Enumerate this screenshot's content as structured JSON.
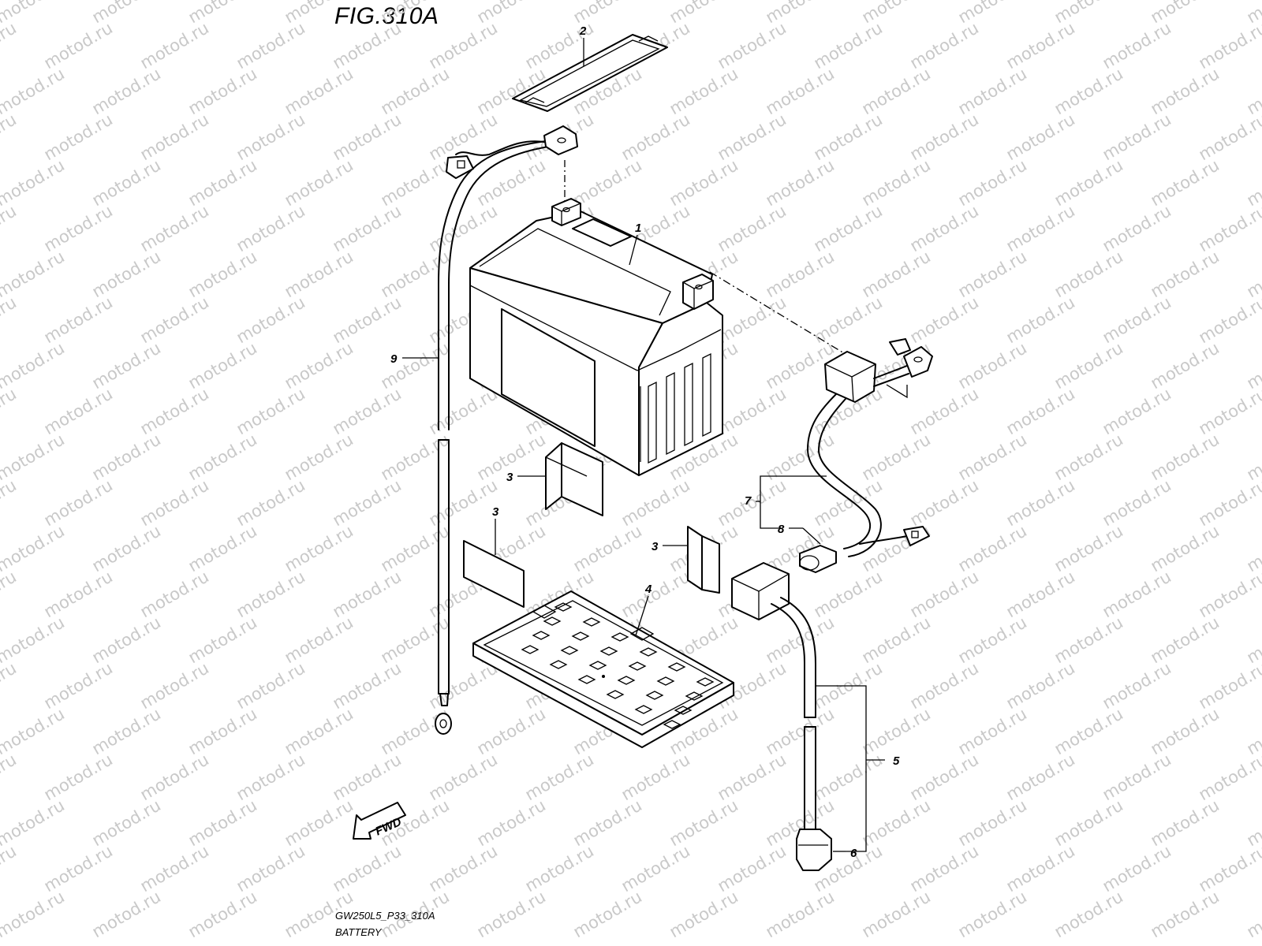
{
  "figure": {
    "title": "FIG.310A",
    "code": "GW250L5_P33_310A",
    "name": "BATTERY"
  },
  "watermark": "motod.ru",
  "fwd_label": "FWD",
  "callouts": {
    "c1": "1",
    "c2": "2",
    "c3a": "3",
    "c3b": "3",
    "c3c": "3",
    "c4": "4",
    "c5": "5",
    "c6": "6",
    "c7": "7",
    "c8": "8",
    "c9": "9"
  }
}
